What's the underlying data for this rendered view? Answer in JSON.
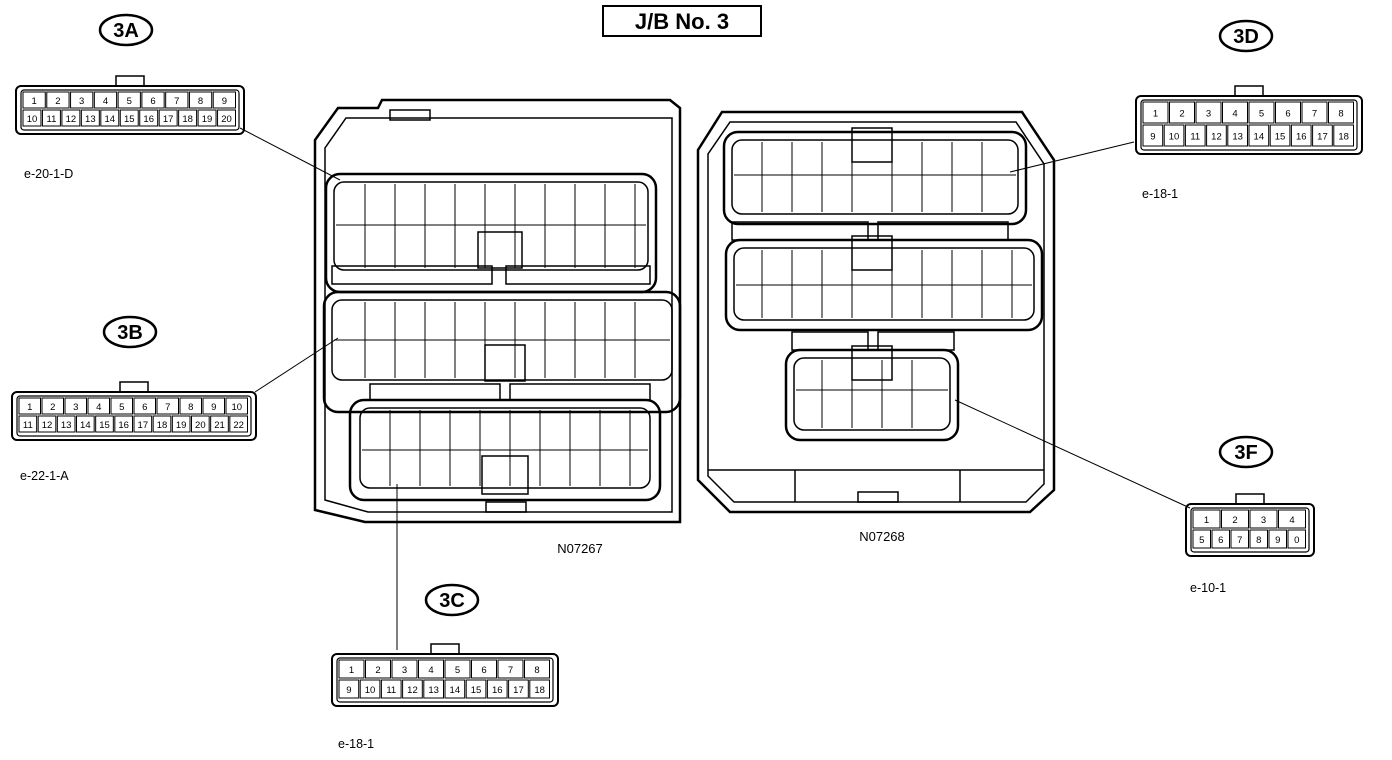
{
  "title": "J/B No. 3",
  "part_numbers": {
    "left_box": "N07267",
    "right_box": "N07268"
  },
  "connectors": {
    "c3A": {
      "tag": "3A",
      "code": "e-20-1-D",
      "top": [
        "1",
        "2",
        "3",
        "4",
        "5",
        "6",
        "7",
        "8",
        "9"
      ],
      "bottom": [
        "10",
        "11",
        "12",
        "13",
        "14",
        "15",
        "16",
        "17",
        "18",
        "19",
        "20"
      ]
    },
    "c3B": {
      "tag": "3B",
      "code": "e-22-1-A",
      "top": [
        "1",
        "2",
        "3",
        "4",
        "5",
        "6",
        "7",
        "8",
        "9",
        "10"
      ],
      "bottom": [
        "11",
        "12",
        "13",
        "14",
        "15",
        "16",
        "17",
        "18",
        "19",
        "20",
        "21",
        "22"
      ]
    },
    "c3C": {
      "tag": "3C",
      "code": "e-18-1",
      "top": [
        "1",
        "2",
        "3",
        "4",
        "5",
        "6",
        "7",
        "8"
      ],
      "bottom": [
        "9",
        "10",
        "11",
        "12",
        "13",
        "14",
        "15",
        "16",
        "17",
        "18"
      ]
    },
    "c3D": {
      "tag": "3D",
      "code": "e-18-1",
      "top": [
        "1",
        "2",
        "3",
        "4",
        "5",
        "6",
        "7",
        "8"
      ],
      "bottom": [
        "9",
        "10",
        "11",
        "12",
        "13",
        "14",
        "15",
        "16",
        "17",
        "18"
      ]
    },
    "c3F": {
      "tag": "3F",
      "code": "e-10-1",
      "top": [
        "1",
        "2",
        "3",
        "4"
      ],
      "bottom": [
        "5",
        "6",
        "7",
        "8",
        "9",
        "0"
      ]
    }
  }
}
